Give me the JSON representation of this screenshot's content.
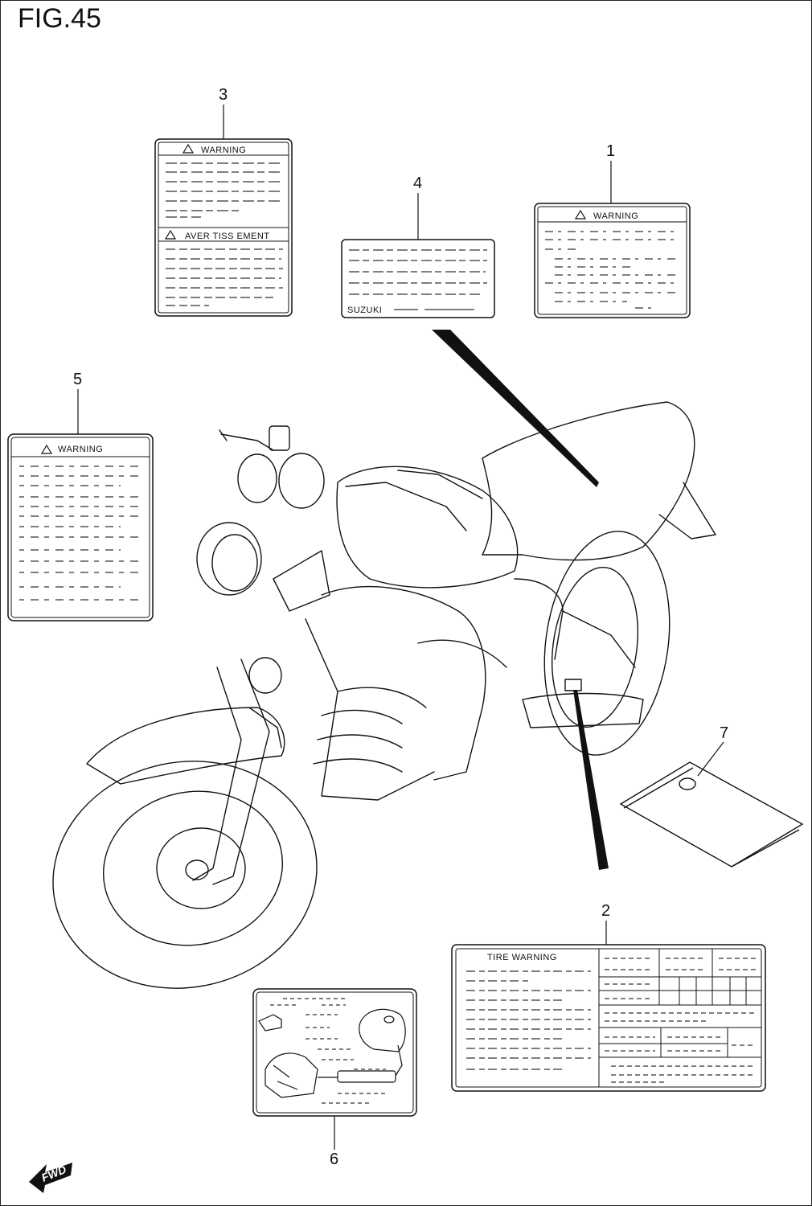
{
  "figure": {
    "title": "FIG.45"
  },
  "callouts": {
    "c1": "1",
    "c2": "2",
    "c3": "3",
    "c4": "4",
    "c5": "5",
    "c6": "6",
    "c7": "7"
  },
  "labels": {
    "warning_1": "WARNING",
    "warning_3": "WARNING",
    "avertissement_3": "AVER TISS EMENT",
    "suzuki_4": "SUZUKI",
    "warning_5": "WARNING",
    "tire_warning_2": "TIRE WARNING"
  },
  "badge": {
    "fwd": "FWD"
  }
}
